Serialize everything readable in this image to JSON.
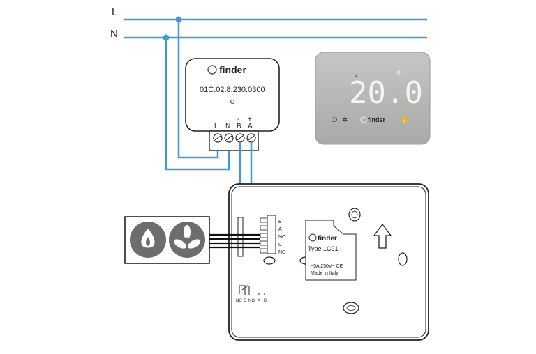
{
  "lines": {
    "L": "L",
    "N": "N"
  },
  "module": {
    "brand": "finder",
    "model": "01C.02.8.230.0300",
    "terminals": [
      "L",
      "N",
      "B",
      "A"
    ],
    "polarity": {
      "minus": "-",
      "plus": "+"
    }
  },
  "display": {
    "reading": "20.0",
    "brand": "finder"
  },
  "base": {
    "brand": "finder",
    "type": "Type 1C91",
    "rating": "~5A 250V~ CE",
    "origin": "Made in Italy",
    "terminal_labels": [
      "B",
      "A",
      "NO",
      "C",
      "NC"
    ],
    "relay_labels": [
      "NC",
      "C",
      "NO",
      "A",
      "B"
    ]
  },
  "colors": {
    "wire": "#3c9ad6",
    "black_wire": "#111111",
    "outline": "#222222",
    "thermostat_body": "#b7b7b5",
    "screen": "#9e9e9c",
    "badge": "#6d6d6d"
  },
  "icons": [
    "flame-icon",
    "fan-icon",
    "power-icon",
    "gear-icon",
    "hand-icon",
    "up-arrow-icon"
  ]
}
